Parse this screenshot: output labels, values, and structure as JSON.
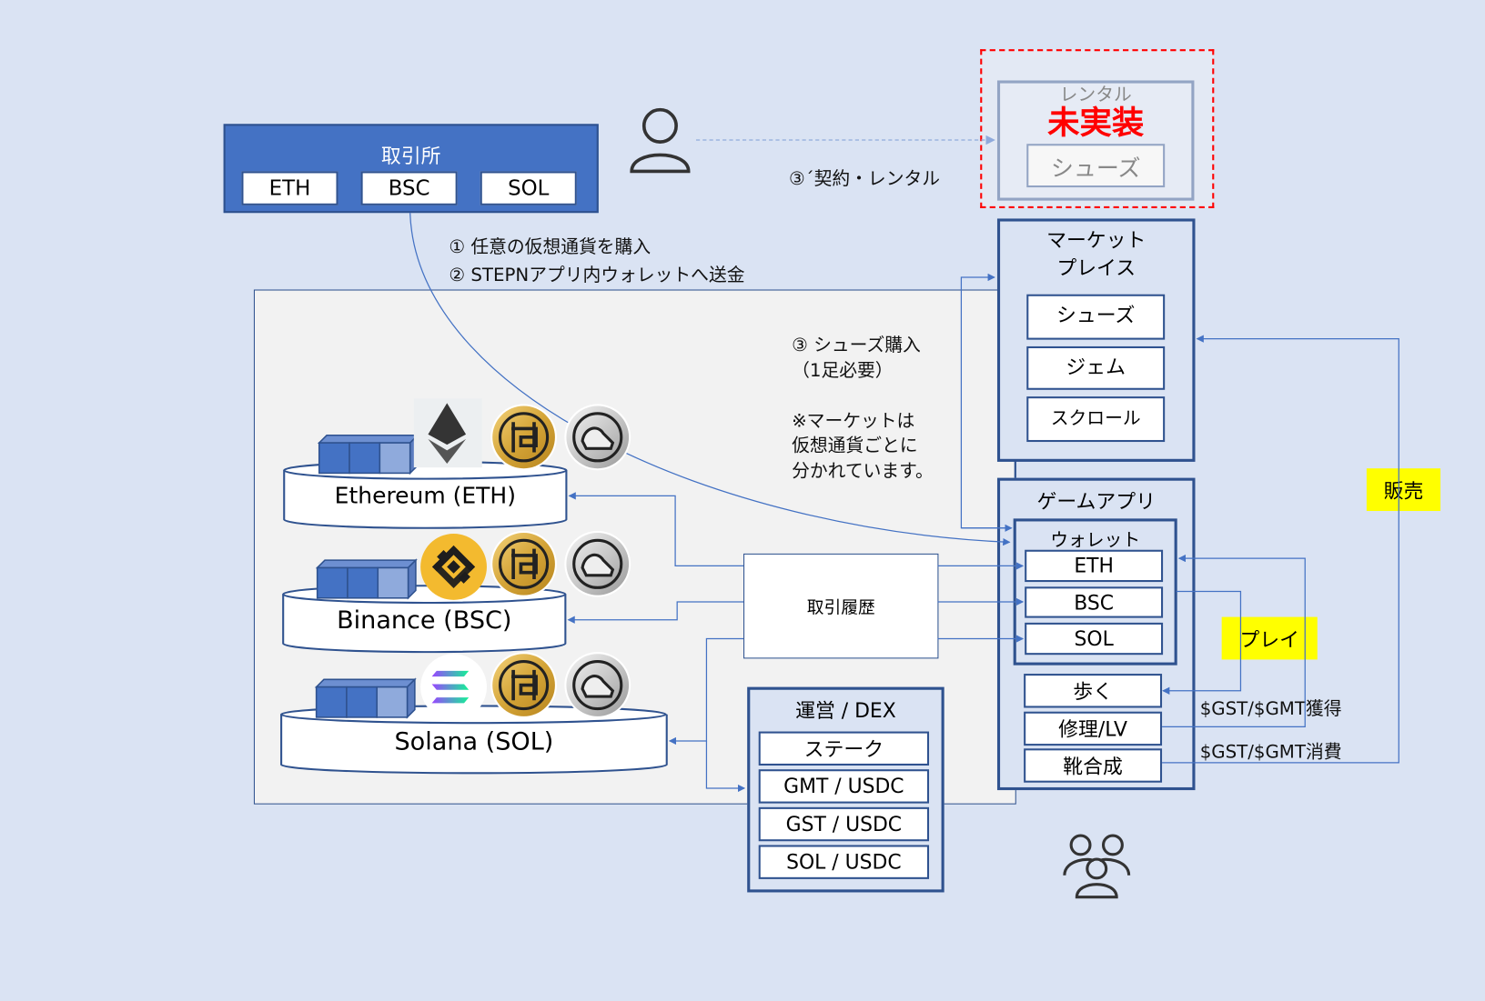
{
  "exchange": {
    "title": "取引所",
    "chains": [
      "ETH",
      "BSC",
      "SOL"
    ]
  },
  "rental": {
    "title": "レンタル",
    "status": "未実装",
    "item": "シューズ",
    "flow_label": "③´契約・レンタル"
  },
  "flow_notes": {
    "step1": "① 任意の仮想通貨を購入",
    "step2": "② STEPNアプリ内ウォレットへ送金",
    "step3_line1": "③ シューズ購入",
    "step3_line2": "（1足必要）",
    "market_note": [
      "※マーケットは",
      "仮想通貨ごとに",
      "分かれています。"
    ]
  },
  "marketplace": {
    "title_line1": "マーケット",
    "title_line2": "プレイス",
    "items": [
      "シューズ",
      "ジェム",
      "スクロール"
    ]
  },
  "game_app": {
    "title": "ゲームアプリ",
    "wallet": {
      "title": "ウォレット",
      "items": [
        "ETH",
        "BSC",
        "SOL"
      ]
    },
    "actions": [
      "歩く",
      "修理/LV",
      "靴合成"
    ]
  },
  "blockchains": [
    {
      "label": "Ethereum (ETH)",
      "coins": [
        "ethereum-logo",
        "gst-coin",
        "gmt-coin"
      ]
    },
    {
      "label": "Binance (BSC)",
      "coins": [
        "bnb-coin",
        "gst-coin",
        "gmt-coin"
      ]
    },
    {
      "label": "Solana (SOL)",
      "coins": [
        "solana-logo",
        "gst-coin",
        "gmt-coin"
      ]
    }
  ],
  "history": {
    "label": "取引履歴"
  },
  "dex": {
    "title": "運営 / DEX",
    "items": [
      "ステーク",
      "GMT / USDC",
      "GST / USDC",
      "SOL / USDC"
    ]
  },
  "tags": {
    "sell": "販売",
    "play": "プレイ",
    "earn": "$GST/$GMT獲得",
    "spend": "$GST/$GMT消費"
  },
  "colors": {
    "background": "#dae3f3",
    "primary": "#4472c4",
    "border": "#2f528f",
    "highlight": "#ffff00",
    "alert": "#ff0000"
  }
}
